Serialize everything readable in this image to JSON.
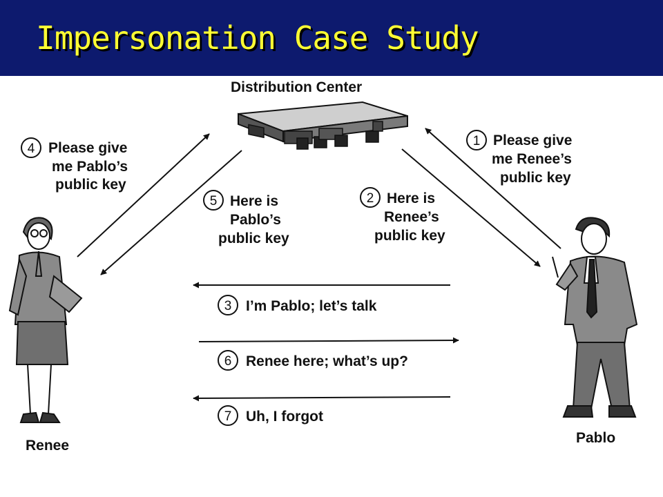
{
  "title": "Impersonation Case Study",
  "distribution_center": "Distribution Center",
  "actors": {
    "left": "Renee",
    "right": "Pablo"
  },
  "steps": [
    {
      "num": "1",
      "lines": [
        "Please give",
        "me Renee’s",
        "public key"
      ]
    },
    {
      "num": "2",
      "lines": [
        "Here is",
        "Renee’s",
        "public key"
      ]
    },
    {
      "num": "3",
      "lines": [
        "I’m Pablo; let’s talk"
      ]
    },
    {
      "num": "4",
      "lines": [
        "Please give",
        "me Pablo’s",
        "public key"
      ]
    },
    {
      "num": "5",
      "lines": [
        "Here is",
        "Pablo’s",
        "public key"
      ]
    },
    {
      "num": "6",
      "lines": [
        "Renee here; what’s up?"
      ]
    },
    {
      "num": "7",
      "lines": [
        "Uh, I forgot"
      ]
    }
  ],
  "colors": {
    "title_bar": "#0d1a6e",
    "title_text": "#ffff33"
  }
}
